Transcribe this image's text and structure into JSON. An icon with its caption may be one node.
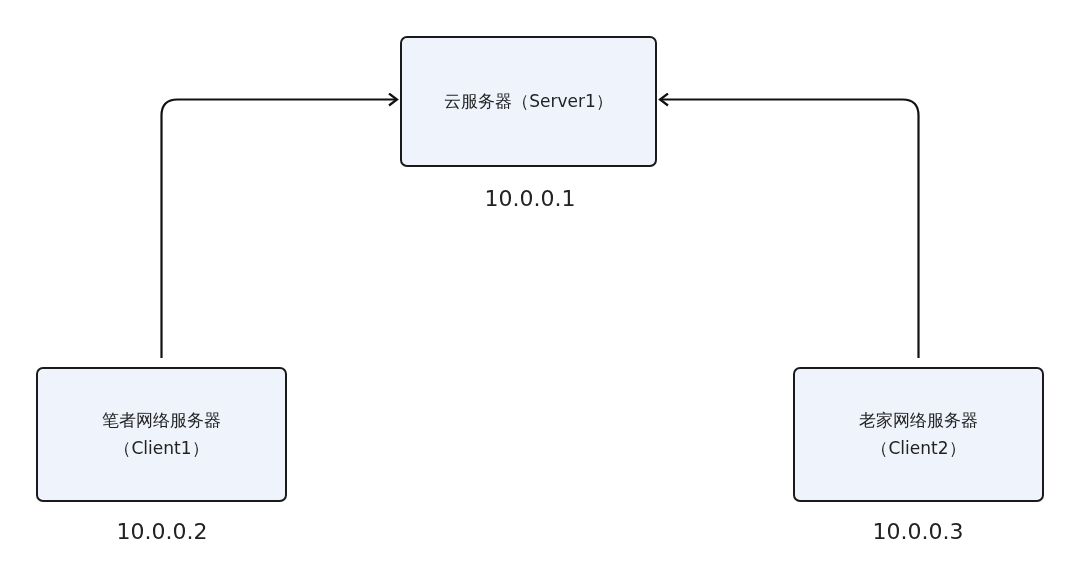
{
  "diagram": {
    "nodes": [
      {
        "text": [
          "云服务器（Server1）"
        ],
        "beside": [
          "10.0.0.1"
        ]
      },
      {
        "text": [
          "笔者网络服务器（Client1）"
        ],
        "beside": [
          "10.0.0.2"
        ]
      },
      {
        "text": [
          "老家网络服务器（Client2）"
        ],
        "beside": [
          "10.0.0.3"
        ]
      }
    ],
    "edges": [
      {
        "from": 1,
        "to": 0,
        "arrow": "to"
      },
      {
        "from": 2,
        "to": 0,
        "arrow": "to"
      }
    ]
  }
}
